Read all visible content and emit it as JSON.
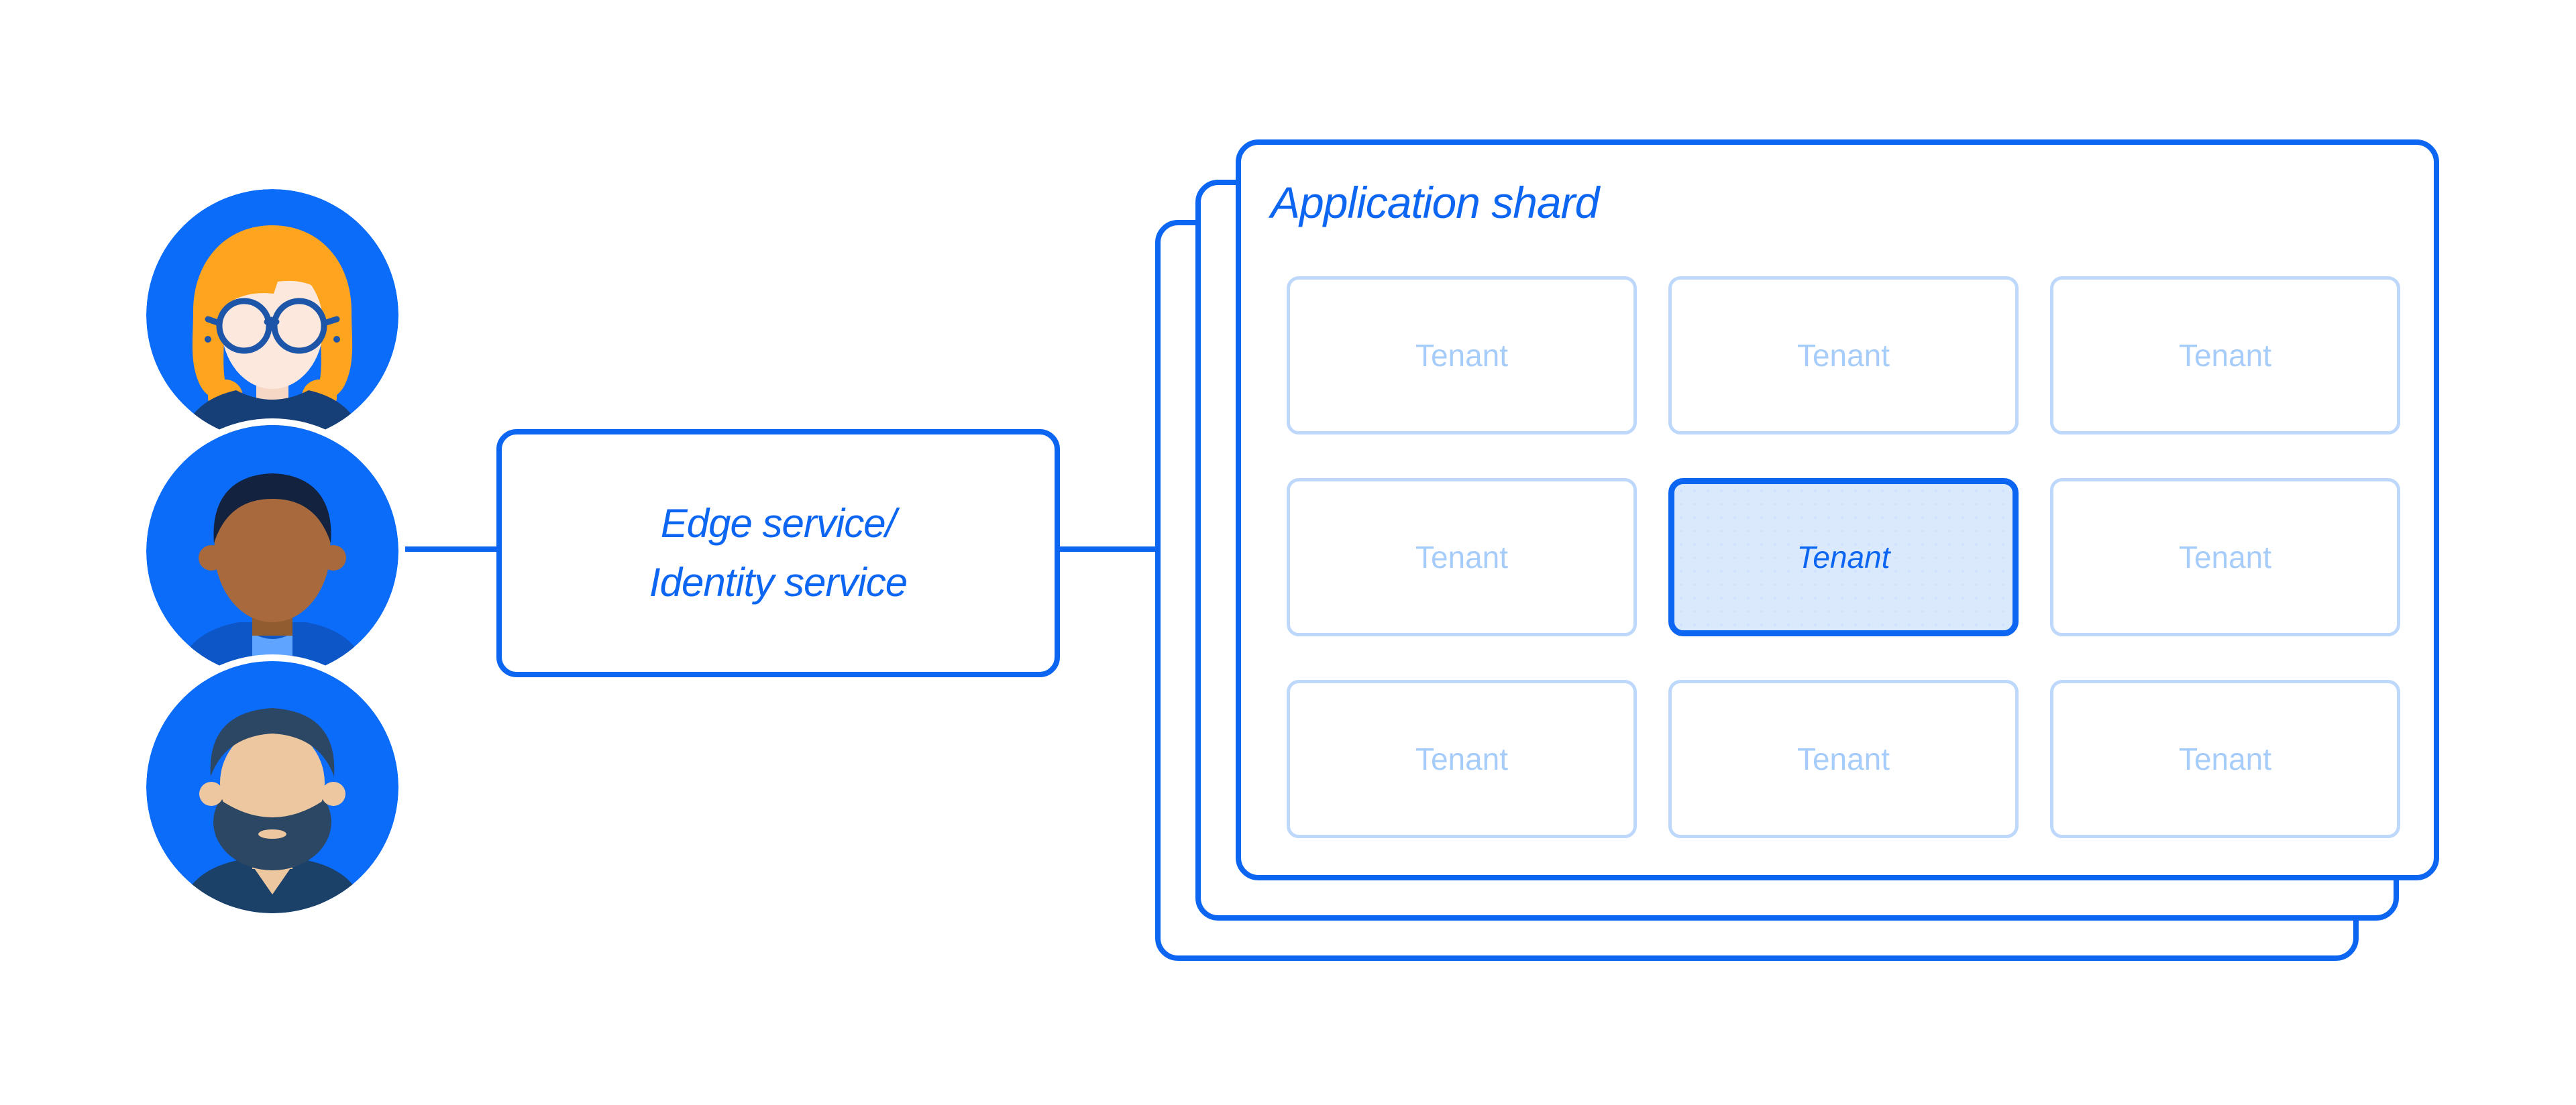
{
  "diagram": {
    "users": [
      {
        "icon": "woman-with-glasses-avatar"
      },
      {
        "icon": "man-avatar"
      },
      {
        "icon": "bearded-man-avatar"
      }
    ],
    "edge_service": {
      "line1": "Edge service/",
      "line2": "Identity service"
    },
    "application_shard": {
      "title": "Application shard",
      "stacked_cards": 3,
      "grid": {
        "rows": 3,
        "cols": 3
      },
      "tenants": [
        {
          "label": "Tenant",
          "highlighted": false
        },
        {
          "label": "Tenant",
          "highlighted": false
        },
        {
          "label": "Tenant",
          "highlighted": false
        },
        {
          "label": "Tenant",
          "highlighted": false
        },
        {
          "label": "Tenant",
          "highlighted": true
        },
        {
          "label": "Tenant",
          "highlighted": false
        },
        {
          "label": "Tenant",
          "highlighted": false
        },
        {
          "label": "Tenant",
          "highlighted": false
        },
        {
          "label": "Tenant",
          "highlighted": false
        }
      ]
    },
    "colors": {
      "primary_blue": "#0c66f2",
      "avatar_blue": "#0b6cfa",
      "tenant_border": "#bdd8fb",
      "tenant_text": "#a6ccf9",
      "highlight_fill": "#dbe9fd",
      "background": "#ffffff"
    }
  }
}
